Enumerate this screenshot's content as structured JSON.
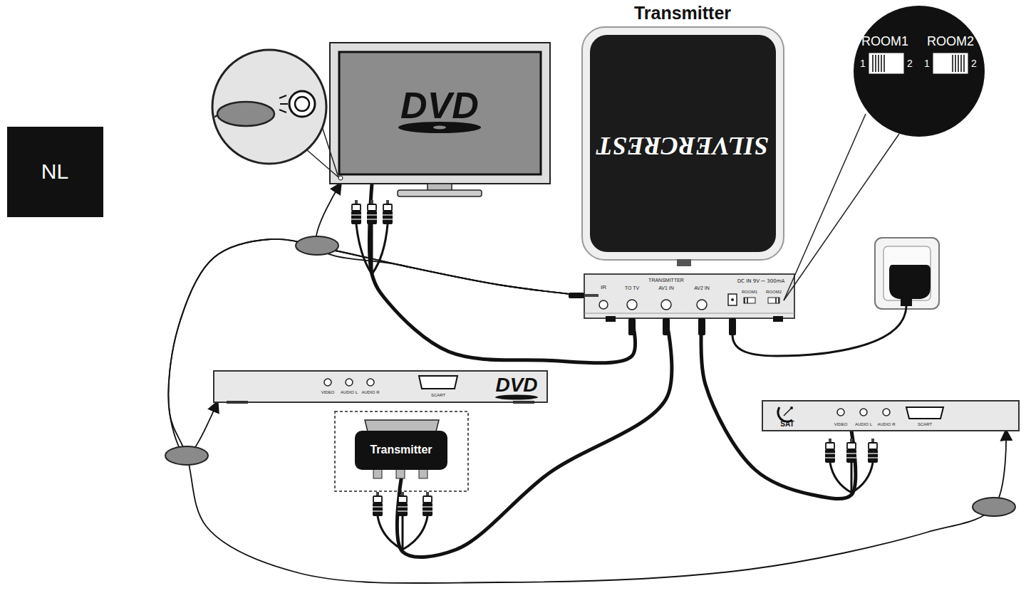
{
  "diagram": {
    "nodes": [
      {
        "text": [
          "NL"
        ]
      },
      {
        "text": [
          "DVD"
        ]
      },
      {
        "text": [
          "Transmitter",
          "SILVERCREST"
        ]
      },
      {
        "text": [
          "ROOM1",
          "ROOM2"
        ]
      },
      {
        "text": [
          "DVD"
        ]
      },
      {
        "text": [
          "Transmitter"
        ]
      },
      {
        "text": [
          "SAT"
        ]
      }
    ],
    "edges": [
      {
        "from": 2,
        "to": 1,
        "arrow": "none"
      },
      {
        "from": 2,
        "to": 5,
        "arrow": "none"
      },
      {
        "from": 2,
        "to": 6,
        "arrow": "none"
      },
      {
        "from": 2,
        "to": 1,
        "arrow": "to"
      },
      {
        "from": 2,
        "to": 4,
        "arrow": "to"
      },
      {
        "from": 2,
        "to": 6,
        "arrow": "to"
      }
    ],
    "labels": [
      "1",
      "2",
      "1",
      "2",
      "IR",
      "TRANSMITTER",
      "TO TV",
      "AV1 IN",
      "AV2 IN",
      "DC IN 9V ⎓ 300mA",
      "ROOM1",
      "ROOM2",
      "VIDEO",
      "AUDIO L",
      "AUDIO R",
      "SCART",
      "VIDEO",
      "AUDIO L",
      "AUDIO R",
      "SCART"
    ]
  }
}
